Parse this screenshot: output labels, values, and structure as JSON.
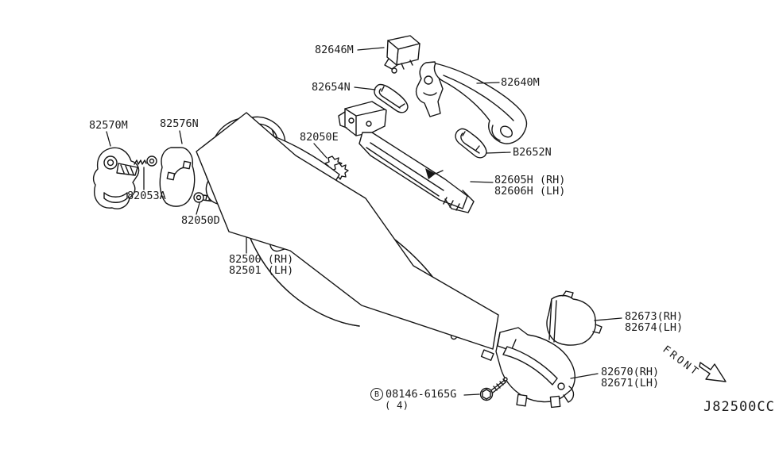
{
  "diagram": {
    "type": "parts-diagram",
    "subject": "rear door lock and handle assembly",
    "code": "J82500CC",
    "front_label": "FRONT"
  },
  "labels": {
    "l82646m": "82646M",
    "l82654n": "82654N",
    "l82640m": "82640M",
    "l82570m": "82570M",
    "l82576n": "82576N",
    "l82050e": "82050E",
    "lb2652n": "B2652N",
    "l82605h": "82605H (RH)",
    "l82606h": "82606H (LH)",
    "l82053a": "82053A",
    "l82050d": "82050D",
    "l82500": "82500 (RH)",
    "l82501": "82501 (LH)",
    "l82673": "82673(RH)",
    "l82674": "82674(LH)",
    "l82670": "82670(RH)",
    "l82671": "82671(LH)",
    "bolt_letter": "B",
    "bolt_number": "08146-6165G",
    "bolt_qty": "( 4)"
  },
  "colors": {
    "highlight": "#c32532",
    "line": "#161616",
    "background": "#ffffff"
  }
}
